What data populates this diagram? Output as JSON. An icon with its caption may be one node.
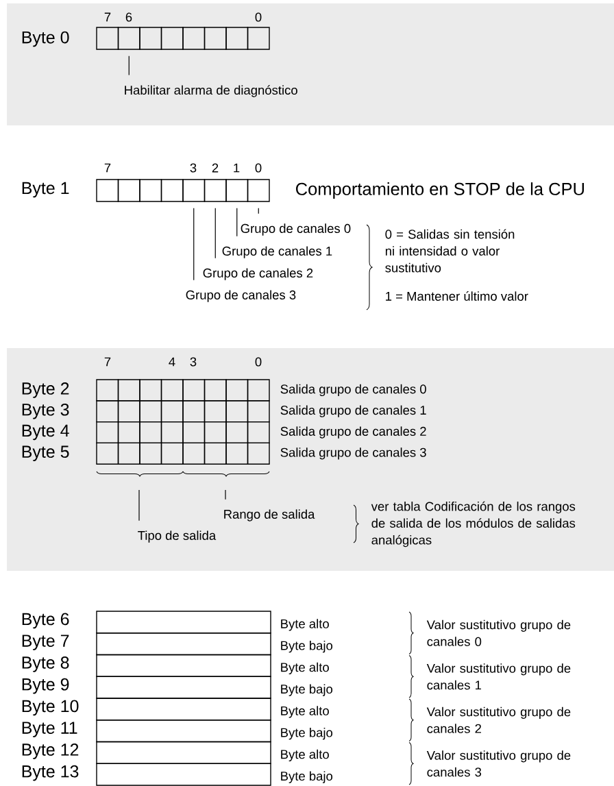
{
  "diagram": {
    "nodes": [
      {
        "text": [],
        "shape": "box"
      },
      {
        "text": [
          "Habilitar alarma de diagnóstico"
        ]
      },
      {
        "text": [],
        "shape": "box"
      },
      {
        "text": [],
        "shape": "box"
      },
      {
        "text": [],
        "shape": "box"
      },
      {
        "text": [],
        "shape": "box"
      },
      {
        "text": [
          "Grupo de canales 0"
        ]
      },
      {
        "text": [
          "Grupo de canales 1"
        ]
      },
      {
        "text": [
          "Grupo de canales 2"
        ]
      },
      {
        "text": [
          "Grupo de canales 3"
        ]
      },
      {
        "text": [
          "Rango de salida"
        ]
      },
      {
        "text": [
          "Tipo de salida"
        ]
      }
    ],
    "edges": [
      {
        "from": 0,
        "to": 1,
        "arrow": "none"
      },
      {
        "from": 5,
        "to": 6,
        "arrow": "none"
      },
      {
        "from": 4,
        "to": 7,
        "arrow": "none"
      },
      {
        "from": 3,
        "to": 8,
        "arrow": "none"
      },
      {
        "from": 2,
        "to": 9,
        "arrow": "none"
      },
      {
        "from": null,
        "to": 10,
        "arrow": "none"
      },
      {
        "from": null,
        "to": 11,
        "arrow": "none"
      }
    ],
    "labels": [
      "7",
      "6",
      "0",
      "Byte 0",
      "7",
      "3",
      "2",
      "1",
      "0",
      "Byte 1",
      "Comportamiento en STOP de la CPU",
      "0 = Salidas sin tensión ni intensidad o valor sustitutivo",
      "1 = Mantener último valor",
      "7",
      "4",
      "3",
      "0",
      "Byte 2",
      "Salida grupo de canales 0",
      "Byte 3",
      "Salida grupo de canales 1",
      "Byte 4",
      "Salida grupo de canales 2",
      "Byte 5",
      "Salida grupo de canales 3",
      "ver tabla Codificación de los rangos de salida de los módulos de salidas analógicas",
      "Byte 6",
      "Byte alto",
      "Valor sustitutivo grupo de canales 0",
      "Byte 7",
      "Byte bajo",
      "Byte 8",
      "Byte alto",
      "Valor sustitutivo grupo de canales 1",
      "Byte 9",
      "Byte bajo",
      "Byte 10",
      "Byte alto",
      "Valor sustitutivo grupo de canales 2",
      "Byte 11",
      "Byte bajo",
      "Byte 12",
      "Byte alto",
      "Valor sustitutivo grupo de canales 3",
      "Byte 13",
      "Byte bajo"
    ]
  }
}
